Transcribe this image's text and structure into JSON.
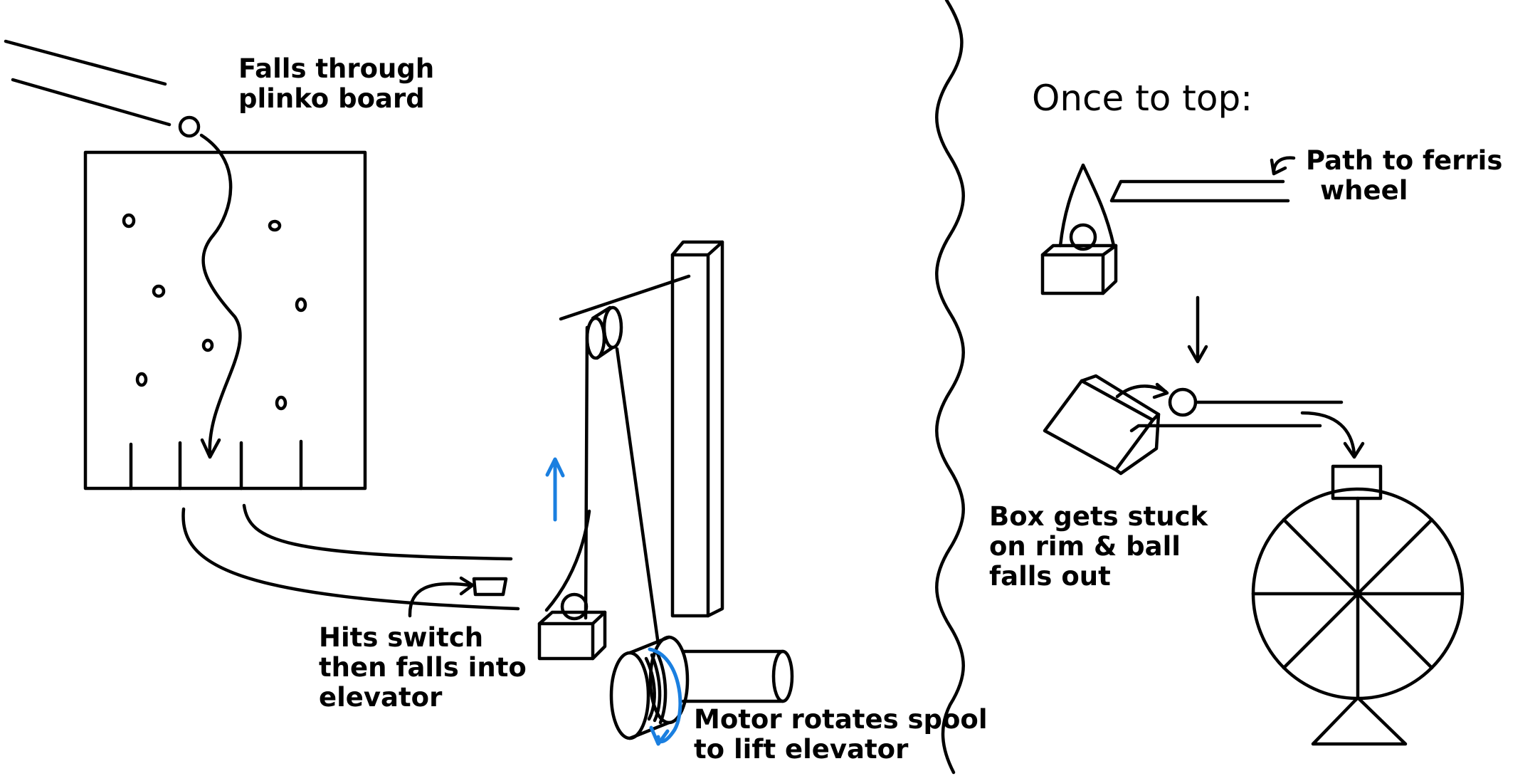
{
  "colors": {
    "ink": "#000000",
    "accent": "#1a7fe0",
    "background": "#ffffff"
  },
  "labels": {
    "falls_through": [
      "Falls through",
      "plinko board"
    ],
    "hits_switch": [
      "Hits switch",
      "then falls into",
      "elevator"
    ],
    "motor_rotates": [
      "Motor rotates spool",
      "to lift elevator"
    ],
    "once_to_top": "Once to top:",
    "path_to_ferris": [
      "Path to ferris",
      "wheel"
    ],
    "box_stuck": [
      "Box gets stuck",
      "on rim & ball",
      "falls out"
    ]
  }
}
